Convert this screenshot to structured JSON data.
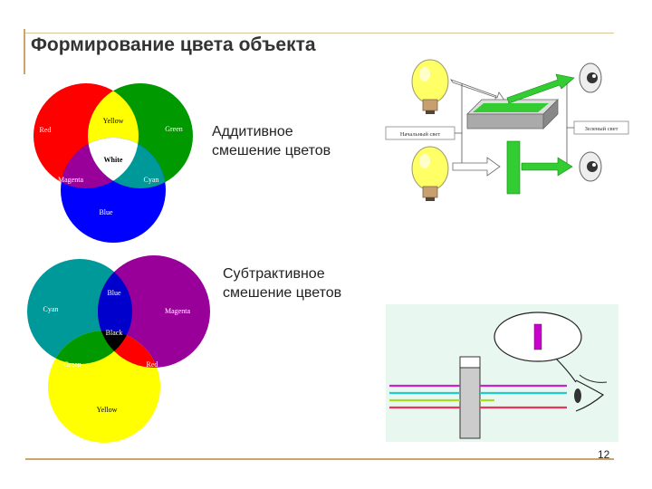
{
  "slide": {
    "title": "Формирование цвета объекта",
    "page_number": "12"
  },
  "additive": {
    "caption_line1": "Аддитивное",
    "caption_line2": "смешение цветов",
    "labels": {
      "red": "Red",
      "green": "Green",
      "blue": "Blue",
      "yellow": "Yellow",
      "magenta": "Magenta",
      "cyan": "Cyan",
      "white": "White"
    },
    "colors": {
      "red": "#ff0000",
      "green": "#009900",
      "blue": "#0000ff",
      "yellow": "#ffff00",
      "magenta": "#990099",
      "cyan": "#009999",
      "white": "#ffffff"
    }
  },
  "subtractive": {
    "caption_line1": "Субтрактивное",
    "caption_line2": "смешение цветов",
    "labels": {
      "cyan": "Cyan",
      "magenta": "Magenta",
      "yellow": "Yellow",
      "blue": "Blue",
      "green": "Green",
      "red": "Red",
      "black": "Black"
    },
    "colors": {
      "cyan": "#009999",
      "magenta": "#990099",
      "yellow": "#ffff00",
      "blue": "#0000cc",
      "green": "#009900",
      "red": "#ff0000",
      "black": "#000000"
    }
  },
  "diagram_light": {
    "left_label": "Начальный свет",
    "right_label": "Зеленый свет"
  }
}
